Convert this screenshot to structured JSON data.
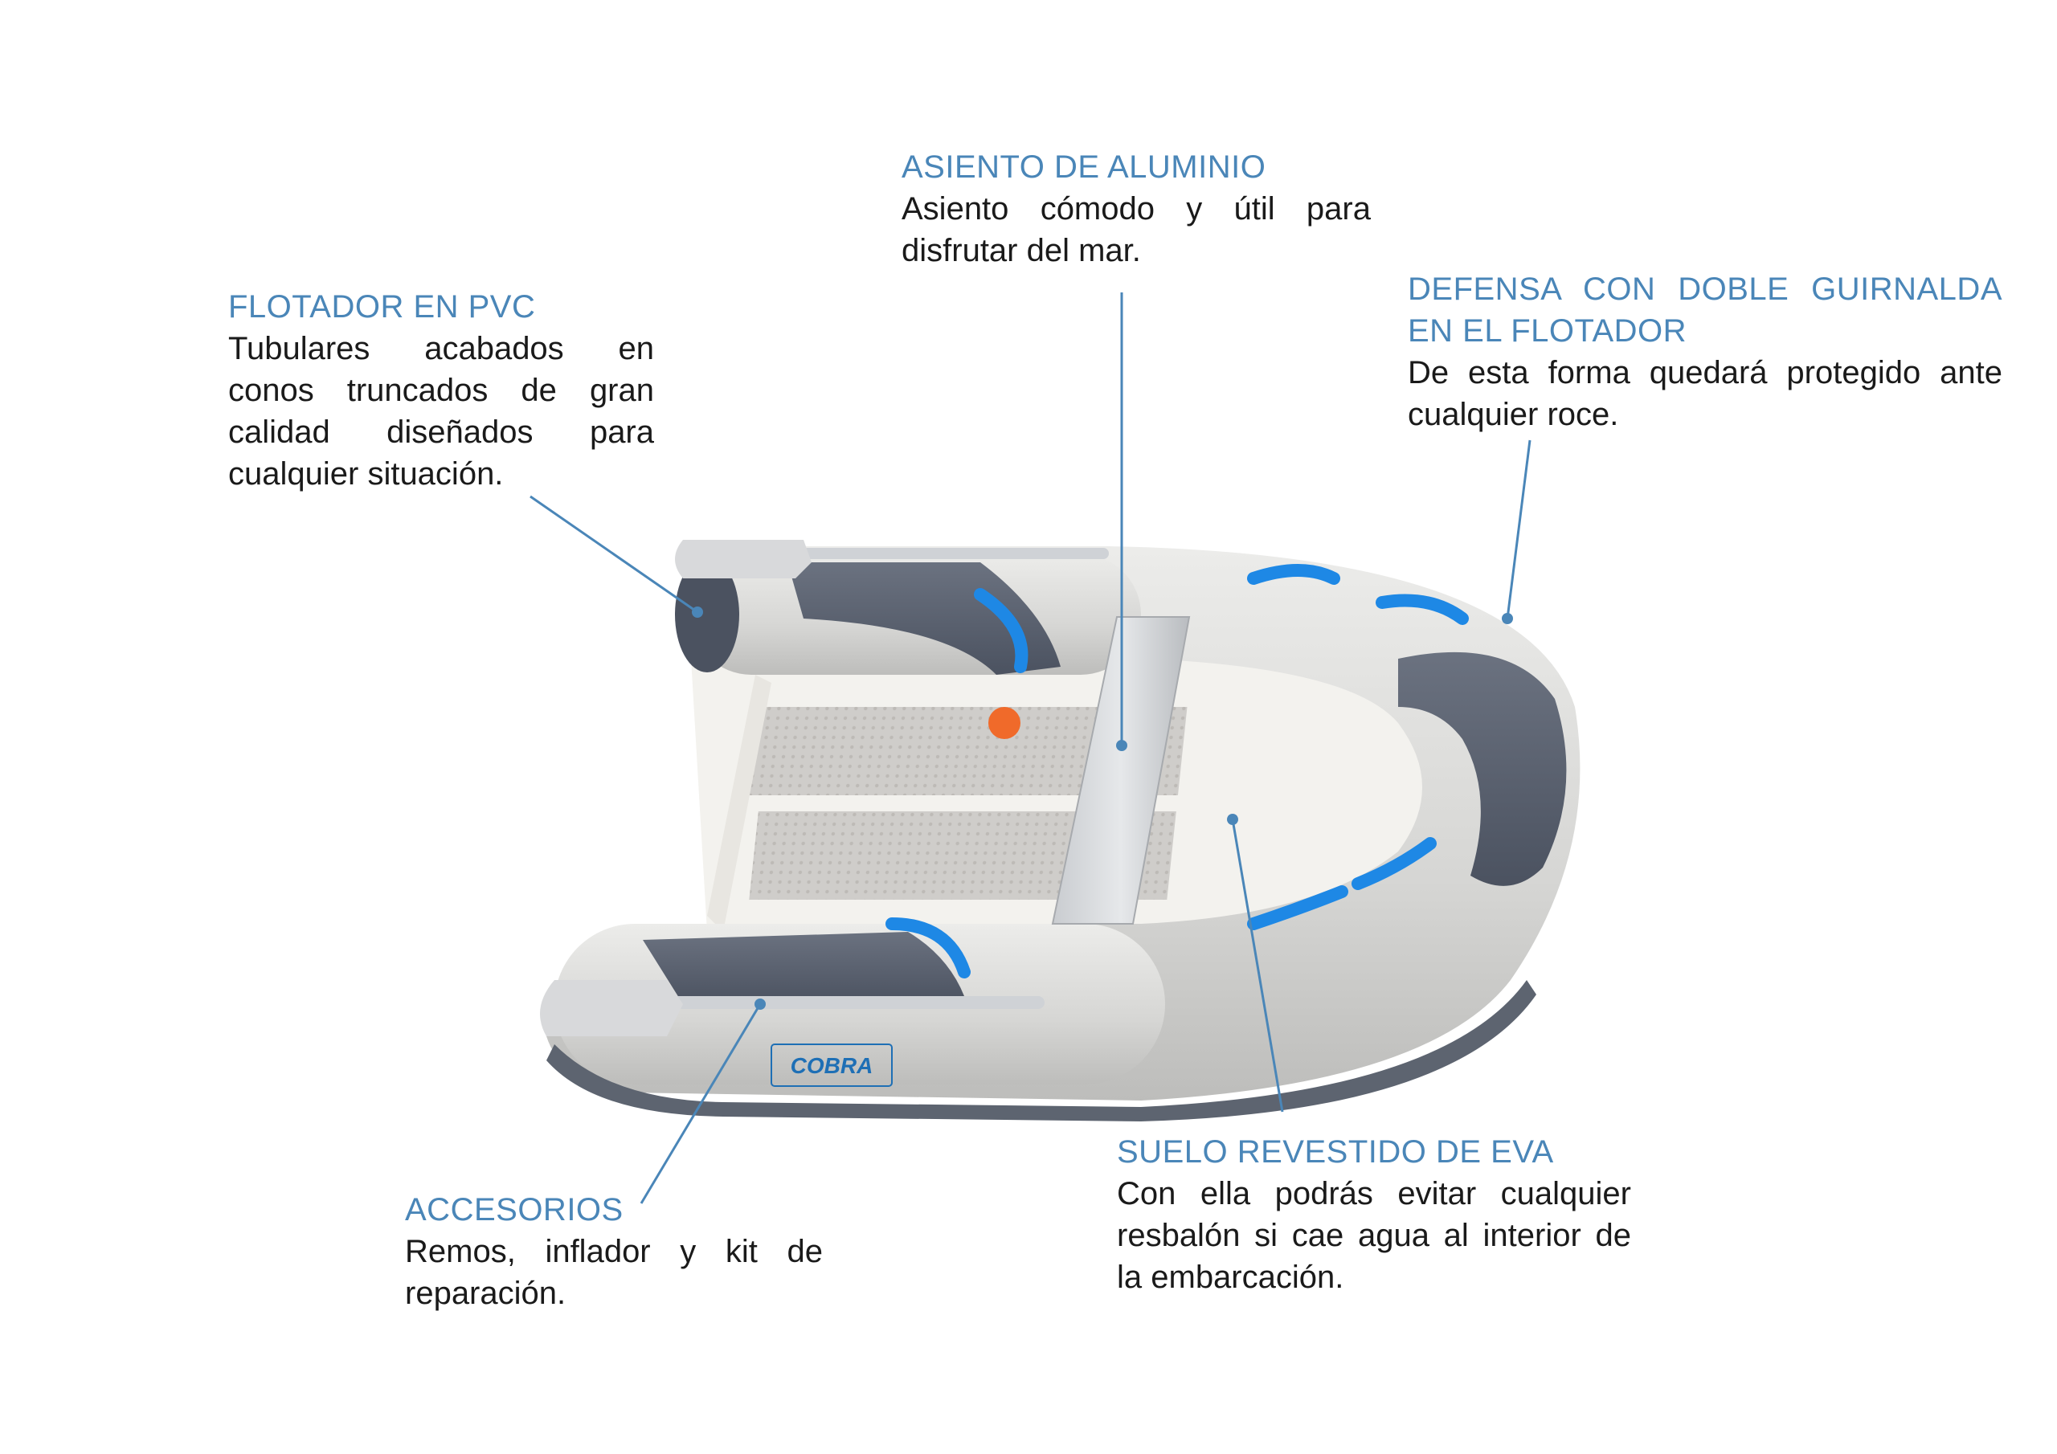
{
  "callouts": {
    "flotador": {
      "title": "FLOTADOR EN PVC",
      "desc": "Tubulares acabados en conos truncados de gran calidad diseñados para cualquier situación."
    },
    "asiento": {
      "title": "ASIENTO DE ALUMINIO",
      "desc": "Asiento cómodo y útil para disfrutar del mar."
    },
    "defensa": {
      "title": "DEFENSA CON DOBLE GUIRNALDA EN EL FLOTADOR",
      "desc": "De esta forma quedará protegido ante cualquier roce."
    },
    "accesorios": {
      "title": "ACCESORIOS",
      "desc": "Remos, inflador y kit de reparación."
    },
    "suelo": {
      "title": "SUELO REVESTIDO DE EVA",
      "desc": "Con ella podrás evitar cualquier resbalón si cae agua al interior de la embarcación."
    }
  },
  "colors": {
    "title": "#4a86b8",
    "text": "#1a1a1a",
    "leader_line": "#4a86b8",
    "tube_light": "#dcdcda",
    "tube_dark": "#5d6470",
    "handle_blue": "#1e88e5"
  },
  "logo_text": "COBRA"
}
